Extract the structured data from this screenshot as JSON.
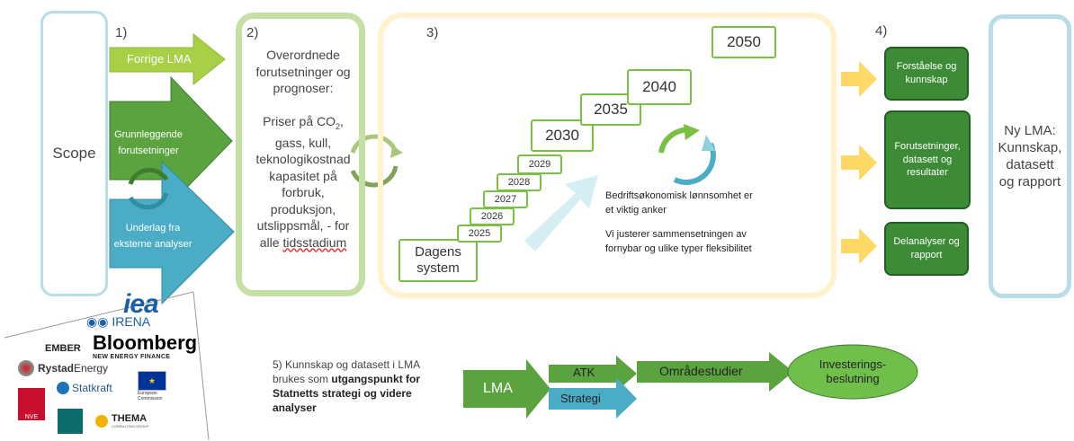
{
  "scope": {
    "label": "Scope"
  },
  "step_labels": {
    "s1": "1)",
    "s2": "2)",
    "s3": "3)",
    "s4": "4)"
  },
  "inputs": {
    "forrige": "Forrige LMA",
    "grunnleggende_1": "Grunnleggende",
    "grunnleggende_2": "forutsetninger",
    "underlag_1": "Underlag fra",
    "underlag_2": "eksterne analyser"
  },
  "assumptions": {
    "line1": "Overordnede",
    "line2": "forutsetninger og",
    "line3": "prognoser:",
    "priser_pre": "Priser på CO",
    "priser_sub": "2",
    "priser_post": ",",
    "l5": "gass, kull,",
    "l6": "teknologikostnad",
    "l7": "kapasitet på",
    "l8": "forbruk,",
    "l9": "produksjon,",
    "l10": "utslippsmål, - for",
    "l11_pre": "alle ",
    "l11_link": "tidsstadium"
  },
  "timeline": {
    "dagens_1": "Dagens",
    "dagens_2": "system",
    "years": [
      "2025",
      "2026",
      "2027",
      "2028",
      "2029",
      "2030",
      "2035",
      "2040",
      "2050"
    ],
    "note1_line1": "Bedriftsøkonomisk lønnsomhet er",
    "note1_line2": "et viktig anker",
    "note2_line1": "Vi justerer sammensetningen av",
    "note2_line2": "fornybar og ulike typer fleksibilitet"
  },
  "outputs": {
    "o1_l1": "Forståelse og",
    "o1_l2": "kunnskap",
    "o2_l1": "Forutsetninger,",
    "o2_l2": "datasett og",
    "o2_l3": "resultater",
    "o3_l1": "Delanalyser og",
    "o3_l2": "rapport"
  },
  "result": {
    "l1": "Ny LMA:",
    "l2": "Kunnskap,",
    "l3": "datasett",
    "l4": "og rapport"
  },
  "step5": {
    "line1": "5) Kunnskap og datasett i LMA",
    "line2_pre": "brukes som ",
    "line2_bold": "utgangspunkt for",
    "line3": "Statnetts strategi og videre",
    "line4": "analyser"
  },
  "flow": {
    "lma": "LMA",
    "atk": "ATK",
    "strategi": "Strategi",
    "omrade": "Områdestudier",
    "invest_l1": "Investerings-",
    "invest_l2": "beslutning"
  },
  "logos": {
    "iea": "iea",
    "irena": "IRENA",
    "ember": "EMBER",
    "bloomberg": "Bloomberg",
    "bnef": "NEW ENERGY FINANCE",
    "rystad_1": "Rystad",
    "rystad_2": "Energy",
    "statkraft": "Statkraft",
    "nve": "NVE",
    "ec_1": "European",
    "ec_2": "Commission",
    "thema": "THEMA",
    "thema_sub": "CONSULTING GROUP"
  },
  "colors": {
    "scope_border": "#b7dde8",
    "green_light": "#8dc63f",
    "green_mid": "#5aa33e",
    "green_dark": "#3d8b37",
    "teal": "#4bacc6",
    "teal_light": "#8fd0de",
    "yellow_frame": "#fff2cc",
    "yellow_arrow": "#ffd966"
  }
}
